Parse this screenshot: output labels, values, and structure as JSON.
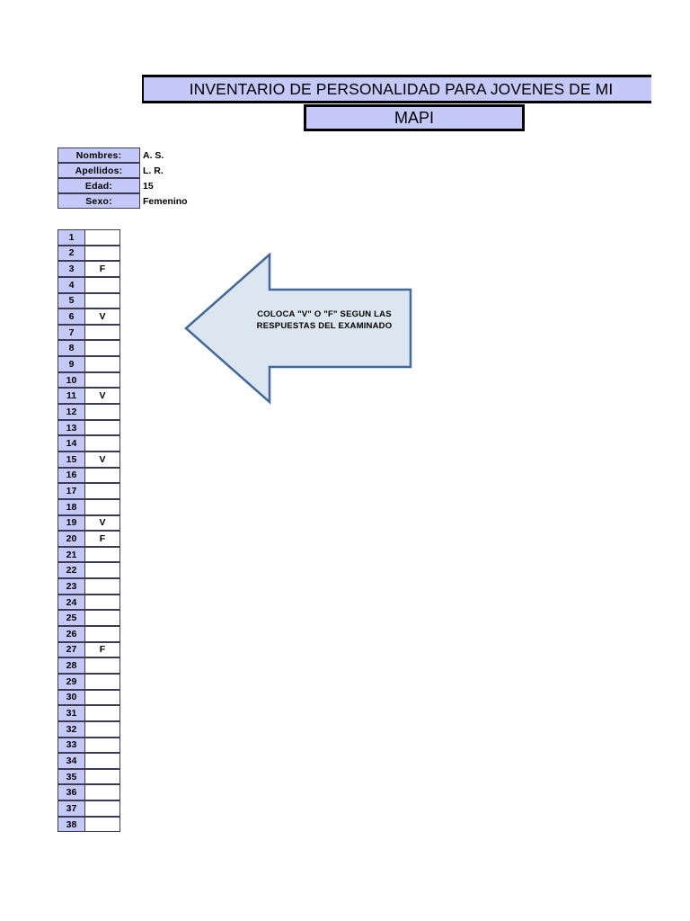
{
  "document": {
    "title_line1": "INVENTARIO DE PERSONALIDAD PARA JOVENES DE MI",
    "title_line2": "MAPI"
  },
  "colors": {
    "header_fill": "#c5c9f7",
    "cell_border": "#3b3b56",
    "arrow_fill": "#dce6f1",
    "arrow_border": "#41699b",
    "page_background": "#ffffff"
  },
  "info": {
    "fields": [
      {
        "label": "Nombres:",
        "value": "A. S."
      },
      {
        "label": "Apellidos:",
        "value": "L. R."
      },
      {
        "label": "Edad:",
        "value": "15"
      },
      {
        "label": "Sexo:",
        "value": "Femenino"
      }
    ]
  },
  "callout": {
    "line1": "COLOCA \"V\" O \"F\" SEGUN LAS",
    "line2": "RESPUESTAS DEL EXAMINADO",
    "direction": "left"
  },
  "answer_sheet": {
    "rows": [
      {
        "number": "1",
        "answer": ""
      },
      {
        "number": "2",
        "answer": ""
      },
      {
        "number": "3",
        "answer": "F"
      },
      {
        "number": "4",
        "answer": ""
      },
      {
        "number": "5",
        "answer": ""
      },
      {
        "number": "6",
        "answer": "V"
      },
      {
        "number": "7",
        "answer": ""
      },
      {
        "number": "8",
        "answer": ""
      },
      {
        "number": "9",
        "answer": ""
      },
      {
        "number": "10",
        "answer": ""
      },
      {
        "number": "11",
        "answer": "V"
      },
      {
        "number": "12",
        "answer": ""
      },
      {
        "number": "13",
        "answer": ""
      },
      {
        "number": "14",
        "answer": ""
      },
      {
        "number": "15",
        "answer": "V"
      },
      {
        "number": "16",
        "answer": ""
      },
      {
        "number": "17",
        "answer": ""
      },
      {
        "number": "18",
        "answer": ""
      },
      {
        "number": "19",
        "answer": "V"
      },
      {
        "number": "20",
        "answer": "F"
      },
      {
        "number": "21",
        "answer": ""
      },
      {
        "number": "22",
        "answer": ""
      },
      {
        "number": "23",
        "answer": ""
      },
      {
        "number": "24",
        "answer": ""
      },
      {
        "number": "25",
        "answer": ""
      },
      {
        "number": "26",
        "answer": ""
      },
      {
        "number": "27",
        "answer": "F"
      },
      {
        "number": "28",
        "answer": ""
      },
      {
        "number": "29",
        "answer": ""
      },
      {
        "number": "30",
        "answer": ""
      },
      {
        "number": "31",
        "answer": ""
      },
      {
        "number": "32",
        "answer": ""
      },
      {
        "number": "33",
        "answer": ""
      },
      {
        "number": "34",
        "answer": ""
      },
      {
        "number": "35",
        "answer": ""
      },
      {
        "number": "36",
        "answer": ""
      },
      {
        "number": "37",
        "answer": ""
      },
      {
        "number": "38",
        "answer": ""
      }
    ]
  }
}
